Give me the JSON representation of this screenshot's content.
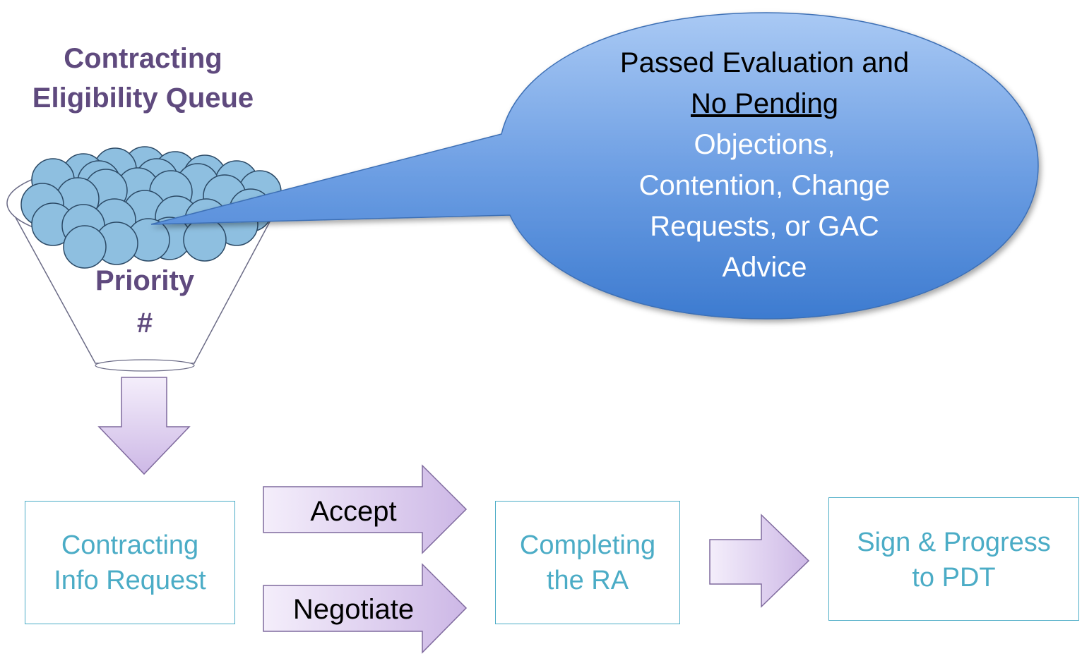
{
  "queue": {
    "title_line1": "Contracting",
    "title_line2": "Eligibility Queue",
    "priority_line1": "Priority",
    "priority_line2": "#"
  },
  "callout": {
    "line1": "Passed Evaluation and",
    "line2": "No Pending",
    "line3": "Objections,",
    "line4": "Contention, Change",
    "line5": "Requests, or GAC",
    "line6": "Advice"
  },
  "steps": {
    "info_request_line1": "Contracting",
    "info_request_line2": "Info Request",
    "completing_line1": "Completing",
    "completing_line2": "the RA",
    "sign_line1": "Sign & Progress",
    "sign_line2": "to PDT"
  },
  "arrows": {
    "accept": "Accept",
    "negotiate": "Negotiate"
  },
  "colors": {
    "title_purple": "#5f4a7e",
    "step_text": "#4bacc6",
    "arrow_fill": "#e0d3f0",
    "arrow_stroke": "#7f6a9e",
    "bubble_top": "#a7c7f2",
    "bubble_bottom": "#3f7fd2",
    "circle_fill": "#8ebfe0",
    "circle_stroke": "#2c4a66"
  }
}
